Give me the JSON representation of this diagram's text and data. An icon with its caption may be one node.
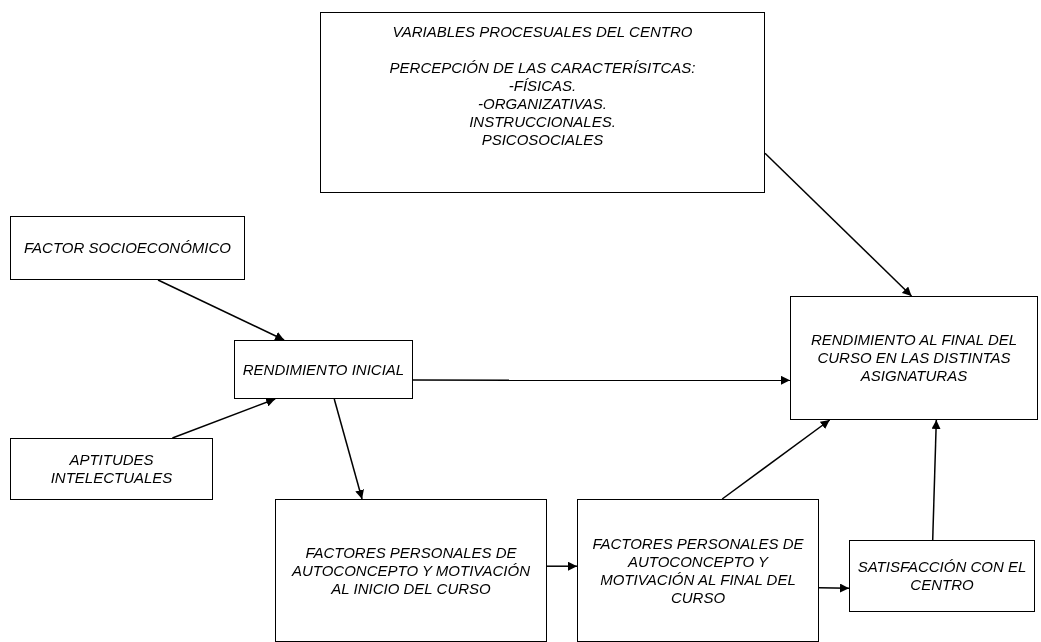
{
  "diagram": {
    "nodes": [
      {
        "text": [
          "VARIABLES PROCESUALES DEL CENTRO",
          "PERCEPCIÓN DE LAS CARACTERÍSITCAS:",
          "-FÍSICAS.",
          "-ORGANIZATIVAS.",
          "INSTRUCCIONALES.",
          "PSICOSOCIALES"
        ]
      },
      {
        "text": [
          "FACTOR SOCIOECONÓMICO"
        ]
      },
      {
        "text": [
          "RENDIMIENTO INICIAL"
        ]
      },
      {
        "text": [
          "APTITUDES INTELECTUALES"
        ]
      },
      {
        "text": [
          "RENDIMIENTO AL FINAL DEL CURSO EN LAS DISTINTAS ASIGNATURAS"
        ]
      },
      {
        "text": [
          "FACTORES PERSONALES DE AUTOCONCEPTO Y MOTIVACIÓN AL INICIO DEL CURSO"
        ]
      },
      {
        "text": [
          "FACTORES PERSONALES DE AUTOCONCEPTO Y MOTIVACIÓN AL FINAL DEL CURSO"
        ]
      },
      {
        "text": [
          "SATISFACCIÓN CON EL CENTRO"
        ]
      }
    ],
    "edges": [
      {
        "from": 0,
        "to": 4,
        "arrow": "to"
      },
      {
        "from": 1,
        "to": 2,
        "arrow": "to"
      },
      {
        "from": 3,
        "to": 2,
        "arrow": "to"
      },
      {
        "from": 2,
        "to": 4,
        "arrow": "to"
      },
      {
        "from": 2,
        "to": 5,
        "arrow": "to"
      },
      {
        "from": 5,
        "to": 6,
        "arrow": "to"
      },
      {
        "from": 6,
        "to": 4,
        "arrow": "to"
      },
      {
        "from": 6,
        "to": 7,
        "arrow": "to"
      },
      {
        "from": 7,
        "to": 4,
        "arrow": "to"
      }
    ]
  }
}
